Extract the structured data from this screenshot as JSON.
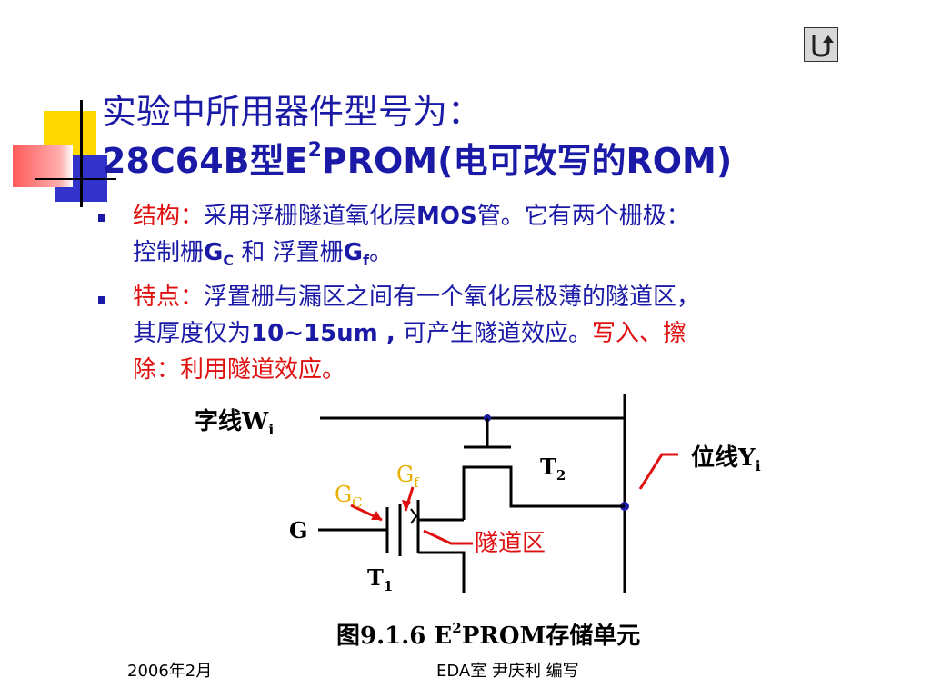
{
  "slide": {
    "title_line1": "实验中所用器件型号为：",
    "title_line2_a": "28C64B型E",
    "title_line2_sup": "2",
    "title_line2_b": "PROM(电可改写的ROM)"
  },
  "bullets": [
    {
      "label": "结构：",
      "text_a": "采用浮栅隧道氧化层",
      "text_bold": "MOS",
      "text_b": "管。它有两个栅极：",
      "line2_a": "控制栅",
      "gc_main": "G",
      "gc_sub": "C",
      "line2_mid": " 和 浮置栅",
      "gf_main": "G",
      "gf_sub": "f",
      "line2_end": "。"
    },
    {
      "label": "特点：",
      "line1": "浮置栅与漏区之间有一个氧化层极薄的隧道区，",
      "line2_a": "其厚度仅为",
      "line2_bold": "10~15um ,",
      "line2_b": " 可产生隧道效应。",
      "line2_red": "写入、擦",
      "line3_red": "除：利用隧道效应。"
    }
  ],
  "diagram": {
    "word_line": "字线W",
    "word_line_sub": "i",
    "bit_line": "位线Y",
    "bit_line_sub": "i",
    "t2": "T",
    "t2_sub": "2",
    "t1": "T",
    "t1_sub": "1",
    "gate_g": "G",
    "gf": "G",
    "gf_sub": "f",
    "gc": "G",
    "gc_sub": "C",
    "tunnel": "隧道区",
    "caption_a": "图9.1.6  E",
    "caption_sup": "2",
    "caption_b": "PROM存储单元",
    "accent_color": "#e8b000",
    "arrow_color": "#e01010"
  },
  "footer": {
    "date": "2006年2月",
    "author": "EDA室  尹庆利  编写"
  },
  "nav": {
    "icon": "return-arrow-icon"
  }
}
